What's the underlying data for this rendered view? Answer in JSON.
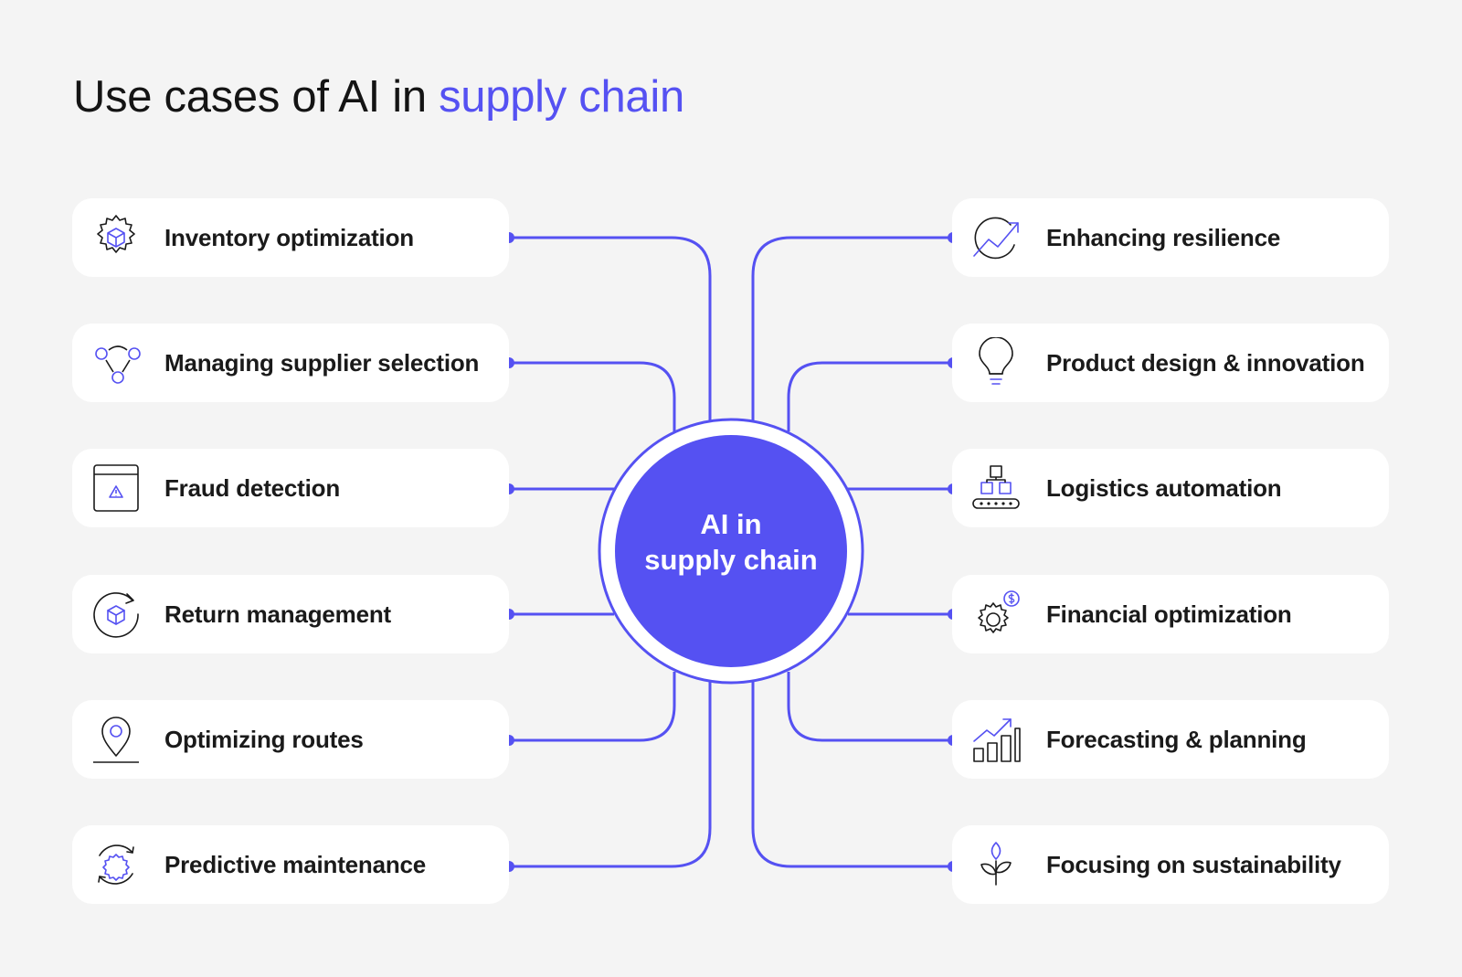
{
  "title": {
    "prefix": "Use cases of AI in ",
    "highlight": "supply chain"
  },
  "hub": {
    "line1": "AI in",
    "line2": "supply chain"
  },
  "left_items": [
    {
      "label": "Inventory optimization",
      "icon": "gear-box-icon"
    },
    {
      "label": "Managing supplier selection",
      "icon": "network-nodes-icon"
    },
    {
      "label": "Fraud detection",
      "icon": "window-warning-icon"
    },
    {
      "label": "Return management",
      "icon": "return-box-icon"
    },
    {
      "label": "Optimizing routes",
      "icon": "map-pin-icon"
    },
    {
      "label": "Predictive maintenance",
      "icon": "gear-cycle-icon"
    }
  ],
  "right_items": [
    {
      "label": "Enhancing resilience",
      "icon": "growth-arrow-icon"
    },
    {
      "label": "Product design & innovation",
      "icon": "lightbulb-icon"
    },
    {
      "label": "Logistics automation",
      "icon": "conveyor-boxes-icon"
    },
    {
      "label": "Financial optimization",
      "icon": "gear-dollar-icon"
    },
    {
      "label": "Forecasting & planning",
      "icon": "bar-chart-trend-icon"
    },
    {
      "label": "Focusing on sustainability",
      "icon": "sprout-icon"
    }
  ],
  "colors": {
    "accent": "#5551f2",
    "text": "#1a1a1a",
    "background": "#f4f4f4",
    "card": "#ffffff"
  }
}
